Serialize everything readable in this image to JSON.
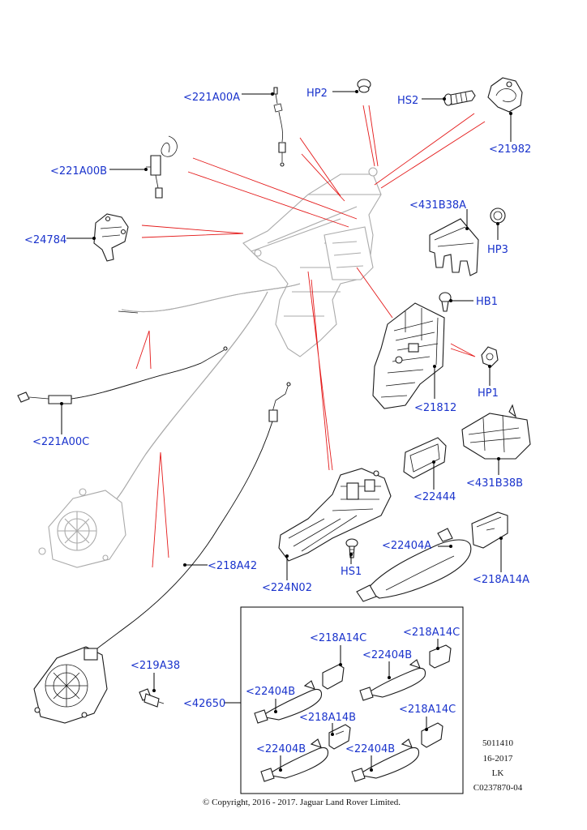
{
  "labels": {
    "221A00A": "<221A00A",
    "HP2": "HP2",
    "HS2": "HS2",
    "21982": "<21982",
    "221A00B": "<221A00B",
    "431B38A": "<431B38A",
    "24784": "<24784",
    "HP3": "HP3",
    "HB1": "HB1",
    "HP1": "HP1",
    "21812": "<21812",
    "221A00C": "<221A00C",
    "431B38B": "<431B38B",
    "22444": "<22444",
    "22404A": "<22404A",
    "218A42": "<218A42",
    "218A14A": "<218A14A",
    "HS1": "HS1",
    "224N02": "<224N02",
    "219A38": "<219A38",
    "42650": "<42650",
    "218A14C_1": "<218A14C",
    "218A14C_2": "<218A14C",
    "22404B_1": "<22404B",
    "22404B_2": "<22404B",
    "218A14B": "<218A14B",
    "218A14C_3": "<218A14C",
    "22404B_3": "<22404B",
    "22404B_4": "<22404B"
  },
  "info_block": {
    "line1": "5011410",
    "line2": "16-2017",
    "line3": "LK",
    "line4": "C0237870-04"
  },
  "copyright": "© Copyright, 2016 - 2017. Jaguar Land Rover Limited.",
  "colors": {
    "label": "#1a33cc",
    "pointer": "#e41a1a",
    "ghost": "#aaaaaa",
    "ink": "#1a1a1a"
  }
}
